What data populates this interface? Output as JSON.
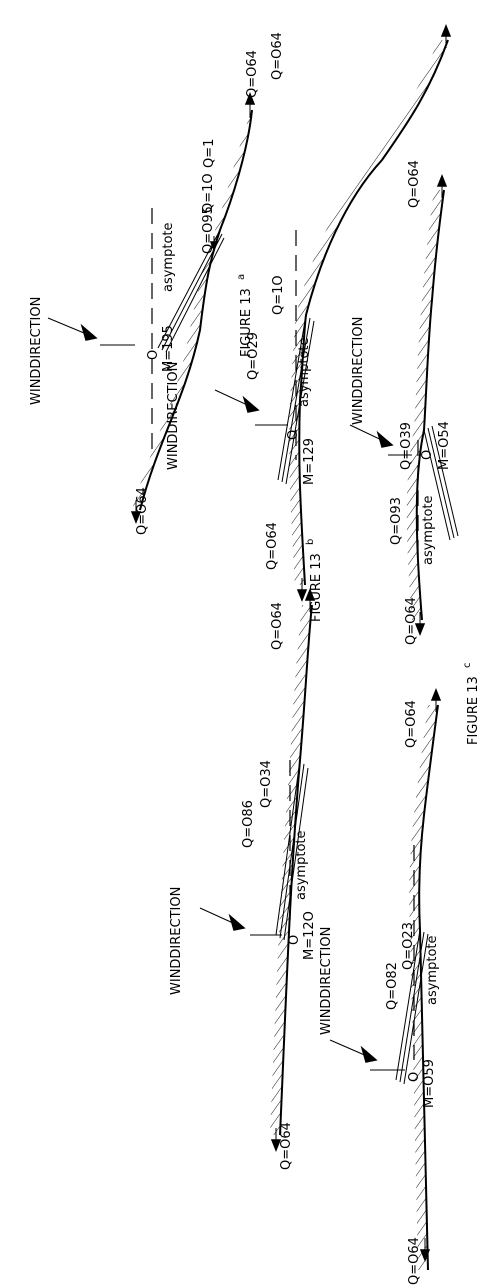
{
  "figures": {
    "a": {
      "title": "FIGURE 13",
      "title_sup": "a",
      "wind": "WINDDIRECTION",
      "asymptote": "asymptote",
      "q_left": "Q=O64",
      "q_upstream": "Q=O95",
      "q_crest": "Q=1O",
      "q_lee": "Q=1",
      "q_right": "Q=O64",
      "moment": "M=195",
      "origin": "O"
    },
    "b_left": {
      "wind": "WINDDIRECTION",
      "asymptote": "asymptote",
      "q_left": "Q=O64",
      "q_upstream": "Q=O86",
      "q_crest": "Q=O34",
      "q_right": "Q=O64",
      "moment": "M=12O",
      "origin": "O"
    },
    "b_right": {
      "title": "FIGURE 13",
      "title_sup": "b",
      "wind": "WINDDIRECTION",
      "asymptote": "asymptote",
      "q_left": "Q=O64",
      "q_crest": "Q=1O",
      "q_lee": "Q=O29",
      "q_right": "Q=O64",
      "moment": "M=129",
      "origin": "O"
    },
    "c_left": {
      "wind": "WINDDIRECTION",
      "asymptote": "asymptote",
      "q_left": "Q=O64",
      "q_upstream": "Q=O82",
      "q_crest": "Q=O23",
      "q_right": "Q=O64",
      "moment": "M=O59",
      "origin": "O"
    },
    "c_right": {
      "title": "FIGURE 13",
      "title_sup": "c",
      "wind": "WINDDIRECTION",
      "asymptote": "asymptote",
      "q_left": "Q=O64",
      "q_upstream": "Q=O93",
      "q_crest": "Q=O39",
      "q_right": "Q=O64",
      "moment": "M=O54",
      "origin": "O"
    }
  }
}
